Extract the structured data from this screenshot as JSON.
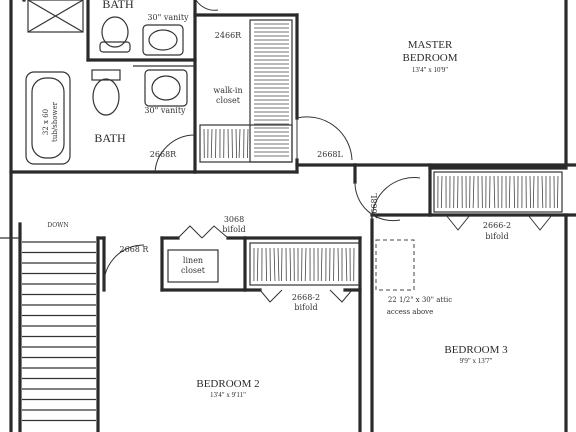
{
  "rooms": {
    "master": {
      "name_line1": "MASTER",
      "name_line2": "BEDROOM",
      "size": "13'4\" x 10'9\""
    },
    "bedroom2": {
      "name": "BEDROOM 2",
      "size": "13'4\" x 9'11\""
    },
    "bedroom3": {
      "name": "BEDROOM 3",
      "size": "9'9\" x 13'7\""
    },
    "bath_top": {
      "name": "BATH"
    },
    "bath_main": {
      "name": "BATH"
    }
  },
  "fixtures": {
    "vanity_top": "30\" vanity",
    "vanity_mid": "30\" vanity",
    "tub_line1": "32 x 60",
    "tub_line2": "tub/shower",
    "walkin_line1": "walk-in",
    "walkin_line2": "closet",
    "linen_line1": "linen",
    "linen_line2": "closet",
    "attic_line1": "22 1/2\" x 30\" attic",
    "attic_line2": "access above",
    "stair_label": "DOWN"
  },
  "doors": {
    "d_walkin": "2466R",
    "d_bath": "2668R",
    "d_master": "2668L",
    "d_hall": "2668L",
    "d_bed2": "2668 R",
    "linen_bifold_code": "3068",
    "linen_bifold": "bifold",
    "bed2_closet_code": "2668-2",
    "bed2_closet_bifold": "bifold",
    "bed3_closet_code": "2666-2",
    "bed3_closet_bifold": "bifold"
  }
}
